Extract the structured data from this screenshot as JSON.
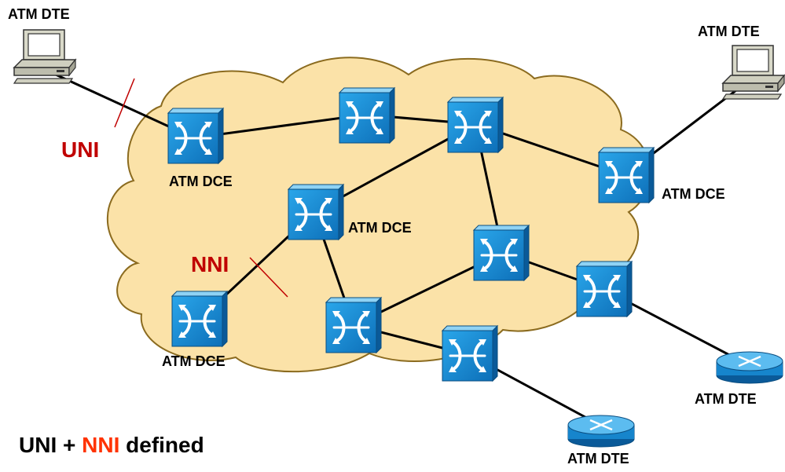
{
  "labels": {
    "dte_top_left": "ATM DTE",
    "dte_top_right": "ATM DTE",
    "dte_bottom_mid": "ATM DTE",
    "dte_bottom_right": "ATM DTE",
    "dce_top_left": "ATM DCE",
    "dce_center": "ATM DCE",
    "dce_right": "ATM DCE",
    "dce_bottom_left": "ATM DCE",
    "uni": "UNI",
    "nni": "NNI"
  },
  "caption": {
    "part1": "UNI + ",
    "part2": "NNI",
    "part3": " defined"
  },
  "colors": {
    "cloud_fill": "#fbe2a8",
    "cloud_stroke": "#8b6b1f",
    "switch_face": "#1a8fd6",
    "switch_top": "#7cc8f0",
    "switch_side": "#0a5a99",
    "interface_red": "#c00000",
    "caption_orange": "#ff3300"
  },
  "icons": [
    "atm-switch-icon",
    "computer-terminal-icon",
    "router-icon"
  ]
}
